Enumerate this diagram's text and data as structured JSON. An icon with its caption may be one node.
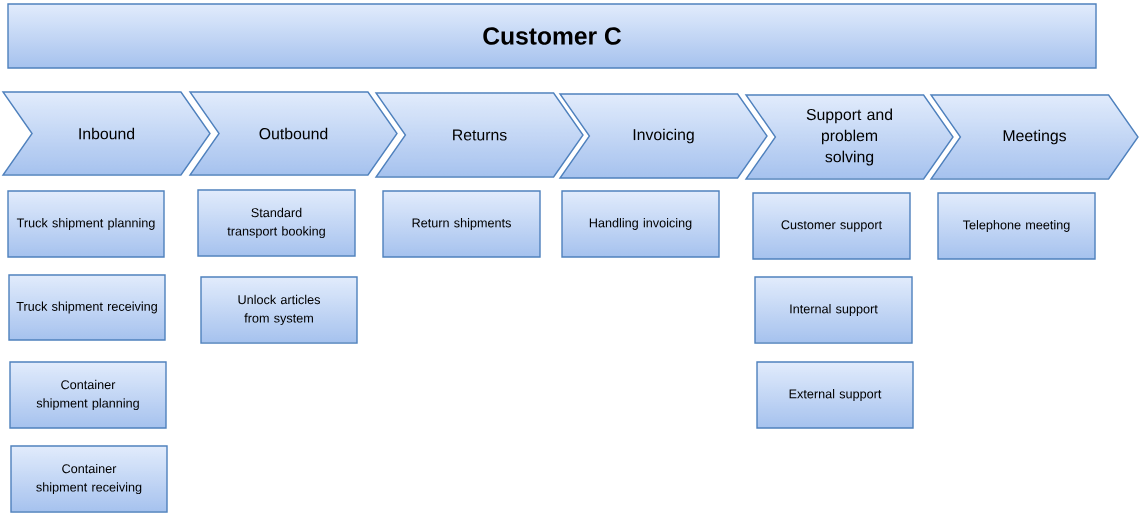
{
  "diagram": {
    "nodes": [
      {
        "text": [
          "Customer C"
        ]
      },
      {
        "text": [
          "Inbound"
        ]
      },
      {
        "text": [
          "Outbound"
        ]
      },
      {
        "text": [
          "Returns"
        ]
      },
      {
        "text": [
          "Invoicing"
        ]
      },
      {
        "text": [
          "Support and problem solving"
        ]
      },
      {
        "text": [
          "Meetings"
        ]
      },
      {
        "text": [
          "Truck shipment planning"
        ]
      },
      {
        "text": [
          "Truck shipment receiving"
        ]
      },
      {
        "text": [
          "Container shipment planning"
        ]
      },
      {
        "text": [
          "Container shipment receiving"
        ]
      },
      {
        "text": [
          "Standard transport booking"
        ]
      },
      {
        "text": [
          "Unlock articles from system"
        ]
      },
      {
        "text": [
          "Return shipments"
        ]
      },
      {
        "text": [
          "Handling invoicing"
        ]
      },
      {
        "text": [
          "Customer support"
        ]
      },
      {
        "text": [
          "Internal support"
        ]
      },
      {
        "text": [
          "External support"
        ]
      },
      {
        "text": [
          "Telephone meeting"
        ]
      }
    ],
    "edges": []
  }
}
